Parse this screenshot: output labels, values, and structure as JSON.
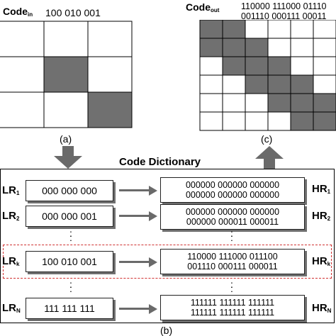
{
  "code_in": {
    "label": "Code",
    "sub": "in",
    "value": "100 010 001"
  },
  "code_out": {
    "label": "Code",
    "sub": "out",
    "row1": "110000 111000 01110",
    "row2": "001110 000111 00011"
  },
  "panel_labels": {
    "a": "(a)",
    "b": "(b)",
    "c": "(c)"
  },
  "dictionary": {
    "title": "Code Dictionary",
    "dots": ":",
    "rows": [
      {
        "lr": "LR",
        "lr_sub": "1",
        "lr_code": "000 000 000",
        "hr_line1": "000000 000000 000000",
        "hr_line2": "000000 000000 000000",
        "hr": "HR",
        "hr_sub": "1"
      },
      {
        "lr": "LR",
        "lr_sub": "2",
        "lr_code": "000 000 001",
        "hr_line1": "000000 000000 000000",
        "hr_line2": "000000 000011 000011",
        "hr": "HR",
        "hr_sub": "2"
      },
      {
        "lr": "LR",
        "lr_sub": "k",
        "lr_code": "100 010 001",
        "hr_line1": "110000 111000 011100",
        "hr_line2": "001110 000111 000011",
        "hr": "HR",
        "hr_sub": "k"
      },
      {
        "lr": "LR",
        "lr_sub": "N",
        "lr_code": "111 111 111",
        "hr_line1": "111111 111111 111111",
        "hr_line2": "111111 111111 111111",
        "hr": "HR",
        "hr_sub": "N"
      }
    ]
  },
  "colors": {
    "filled_cell": "#707070",
    "arrow": "#6a6a6a",
    "highlight_border": "#d03030"
  }
}
